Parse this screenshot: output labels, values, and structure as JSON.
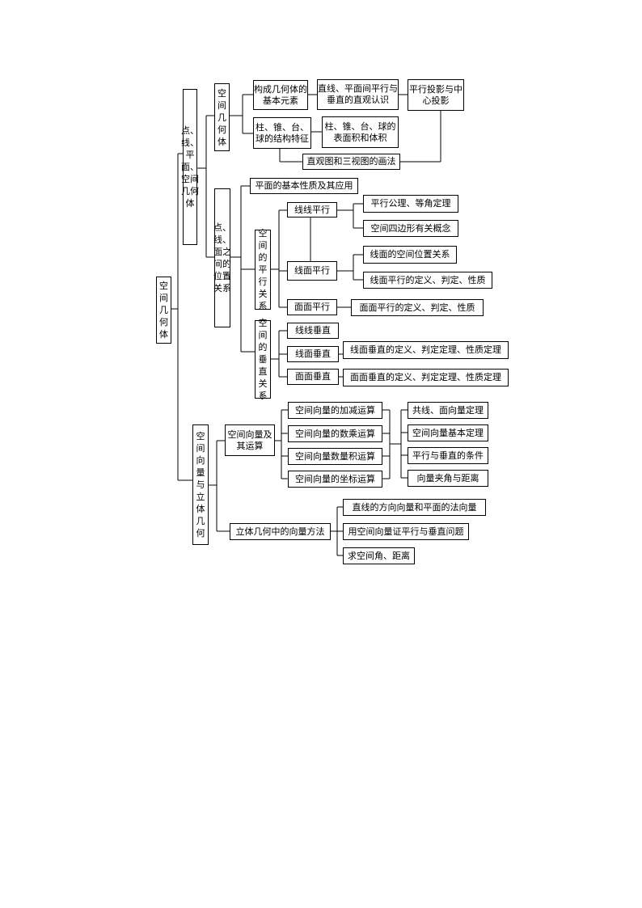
{
  "root": "空间几何体",
  "branch1": {
    "title": "点、线、平面、空间几何体",
    "solid": {
      "title": "空间几何体",
      "elements": "构成几何体的基本元素",
      "intuition": "直线、平面间平行与垂直的直观认识",
      "projection": "平行投影与中心投影",
      "structure": "柱、锥、台、球的结构特征",
      "area_volume": "柱、锥、台、球的表面积和体积",
      "drawing": "直观图和三视图的画法"
    },
    "position": {
      "title": "点、线、面之间的位置关系",
      "plane_basic": "平面的基本性质及其应用",
      "parallel": {
        "title": "空间的平行关系",
        "line_line": "线线平行",
        "line_line_items": [
          "平行公理、等角定理",
          "空间四边形有关概念"
        ],
        "line_plane": "线面平行",
        "line_plane_items": [
          "线面的空间位置关系",
          "线面平行的定义、判定、性质"
        ],
        "plane_plane": "面面平行",
        "plane_plane_items": [
          "面面平行的定义、判定、性质"
        ]
      },
      "perpendicular": {
        "title": "空间的垂直关系",
        "line_line": "线线垂直",
        "line_plane": "线面垂直",
        "line_plane_item": "线面垂直的定义、判定定理、性质定理",
        "plane_plane": "面面垂直",
        "plane_plane_item": "面面垂直的定义、判定定理、性质定理"
      }
    }
  },
  "branch2": {
    "title": "空间向量与立体几何",
    "operations": {
      "title": "空间向量及其运算",
      "items": [
        "空间向量的加减运算",
        "空间向量的数乘运算",
        "空间向量数量积运算",
        "空间向量的坐标运算"
      ],
      "results": [
        "共线、面向量定理",
        "空间向量基本定理",
        "平行与垂直的条件",
        "向量夹角与距离"
      ]
    },
    "methods": {
      "title": "立体几何中的向量方法",
      "items": [
        "直线的方向向量和平面的法向量",
        "用空间向量证平行与垂直问题",
        "求空间角、距离"
      ]
    }
  }
}
